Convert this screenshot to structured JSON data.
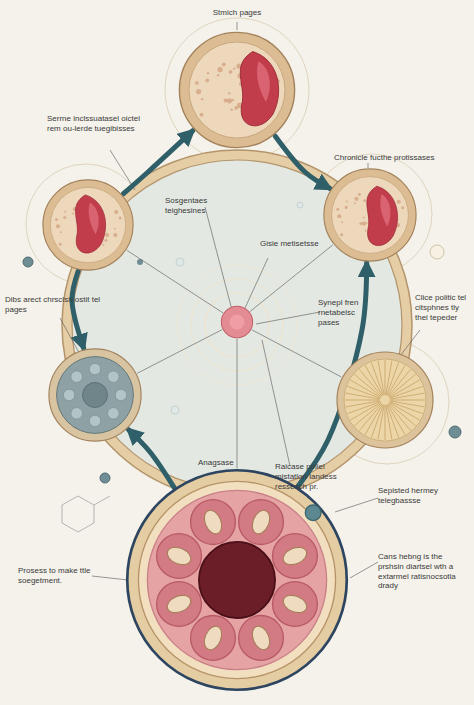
{
  "diagram": {
    "nodes": [
      {
        "text": [
          "Stmich pages"
        ]
      },
      {
        "text": [
          "Serrne inclssuatasel oictel rem ou-lerde tuegibisses"
        ]
      },
      {
        "text": [
          "Chronicle fucthe protissases"
        ]
      },
      {
        "text": [
          "Gisie metisetsse"
        ]
      },
      {
        "text": [
          "Dibs arect chrsclsh ostit tel pages"
        ]
      },
      {
        "text": [
          "Clice politic tel citsphnes tly thei tepeder"
        ]
      },
      {
        "text": [
          "Sepisted hermey telegbassse"
        ]
      }
    ],
    "edges": [
      {
        "from": 1,
        "to": 0,
        "arrow": "to"
      },
      {
        "from": 0,
        "to": 2,
        "arrow": "to"
      },
      {
        "from": 6,
        "to": 2,
        "arrow": "to"
      },
      {
        "from": 1,
        "to": 4,
        "arrow": "to"
      },
      {
        "from": 6,
        "to": 4,
        "arrow": "to"
      },
      {
        "from": 3,
        "to": 1,
        "arrow": "none"
      },
      {
        "from": 3,
        "to": 2,
        "arrow": "none"
      },
      {
        "from": 3,
        "to": 4,
        "arrow": "none"
      },
      {
        "from": 3,
        "to": 5,
        "arrow": "none"
      },
      {
        "from": 3,
        "to": 6,
        "arrow": "none"
      }
    ],
    "labels": [
      "Sosgentaes teighesines",
      "Synepl fren rnetabelsc pases",
      "Anagsase",
      "Raicase poliel mistatlon landess ressesch pr.",
      "Prosess to make ttle soegetment.",
      "Cans hebng is the prshsin diartsel wth a extarmel ratisnocsotla drady"
    ]
  }
}
